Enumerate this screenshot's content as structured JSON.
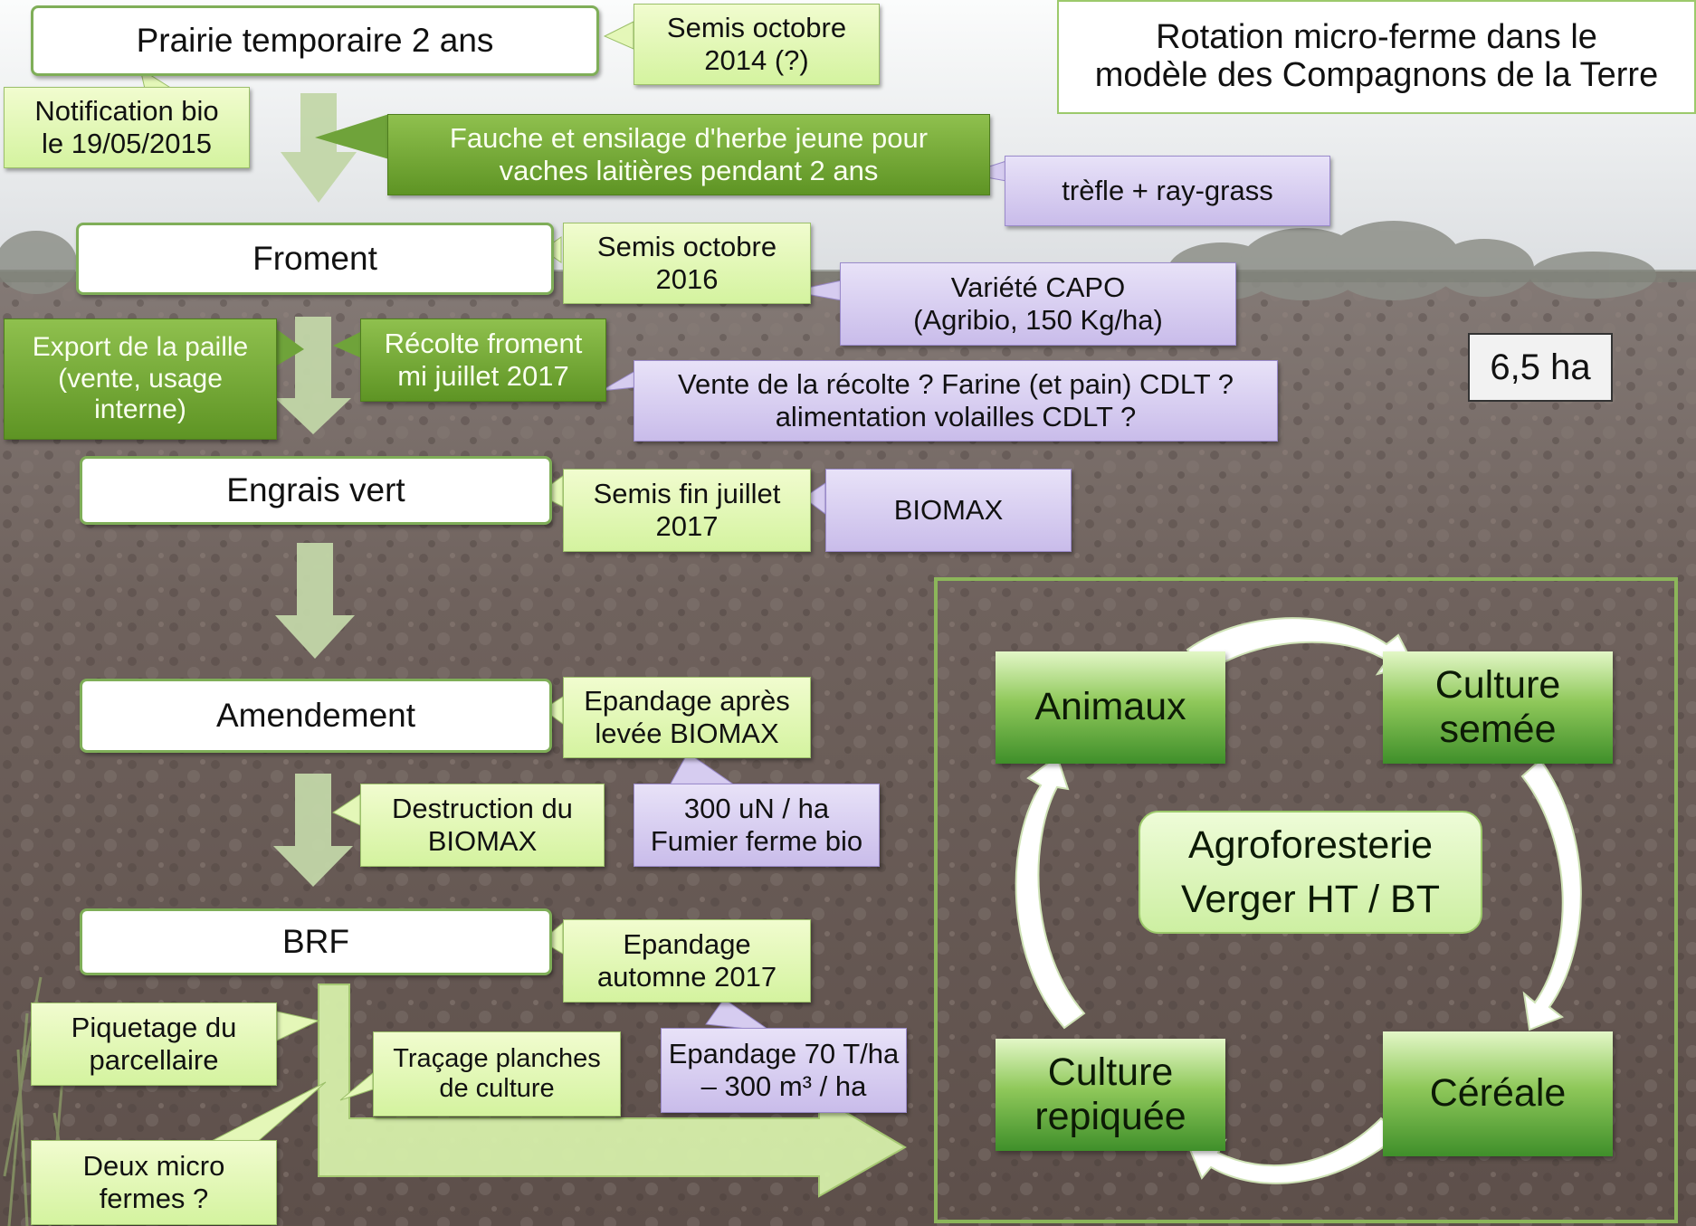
{
  "title": {
    "line1": "Rotation micro-ferme dans le",
    "line2": "modèle des Compagnons de la Terre"
  },
  "area_label": "6,5 ha",
  "stages": {
    "prairie": "Prairie temporaire 2 ans",
    "froment": "Froment",
    "engrais": "Engrais vert",
    "amendement": "Amendement",
    "brf": "BRF"
  },
  "notes": {
    "semis_2014": {
      "l1": "Semis octobre",
      "l2": "2014 (?)"
    },
    "notification": {
      "l1": "Notification bio",
      "l2": "le 19/05/2015"
    },
    "semis_2016": {
      "l1": "Semis octobre",
      "l2": "2016"
    },
    "semis_juillet": {
      "l1": "Semis fin juillet",
      "l2": "2017"
    },
    "epandage_biomax": {
      "l1": "Epandage après",
      "l2": "levée BIOMAX"
    },
    "destruction": {
      "l1": "Destruction du",
      "l2": "BIOMAX"
    },
    "epandage_automne": {
      "l1": "Epandage",
      "l2": "automne 2017"
    },
    "piquetage": {
      "l1": "Piquetage du",
      "l2": "parcellaire"
    },
    "tracage": {
      "l1": "Traçage planches",
      "l2": "de culture"
    },
    "deux_micro": {
      "l1": "Deux micro",
      "l2": "fermes ?"
    }
  },
  "green_notes": {
    "fauche": {
      "l1": "Fauche et ensilage d'herbe jeune pour",
      "l2": "vaches laitières pendant 2 ans"
    },
    "export": {
      "l1": "Export de la paille",
      "l2": "(vente, usage",
      "l3": "interne)"
    },
    "recolte": {
      "l1": "Récolte froment",
      "l2": "mi juillet 2017"
    }
  },
  "purple_notes": {
    "trefle": "trèfle + ray-grass",
    "variete": {
      "l1": "Variété CAPO",
      "l2": "(Agribio, 150 Kg/ha)"
    },
    "vente": {
      "l1": "Vente de la récolte ? Farine (et pain) CDLT ?",
      "l2": "alimentation volailles CDLT ?"
    },
    "biomax": "BIOMAX",
    "fumier": {
      "l1": "300 uN / ha",
      "l2": "Fumier ferme bio"
    },
    "epandage70": {
      "l1": "Epandage 70 T/ha",
      "l2": "– 300 m³ / ha"
    }
  },
  "cycle": {
    "animaux": "Animaux",
    "culture_semee": {
      "l1": "Culture",
      "l2": "semée"
    },
    "cereale": "Céréale",
    "culture_repiquee": {
      "l1": "Culture",
      "l2": "repiquée"
    },
    "center": {
      "l1": "Agroforesterie",
      "l2": "Verger HT / BT"
    }
  },
  "colors": {
    "green_dark": "#5e9424",
    "note_light": "#e4f7b8",
    "purple": "#d6ccf0",
    "arrow": "#c2d6a8"
  }
}
